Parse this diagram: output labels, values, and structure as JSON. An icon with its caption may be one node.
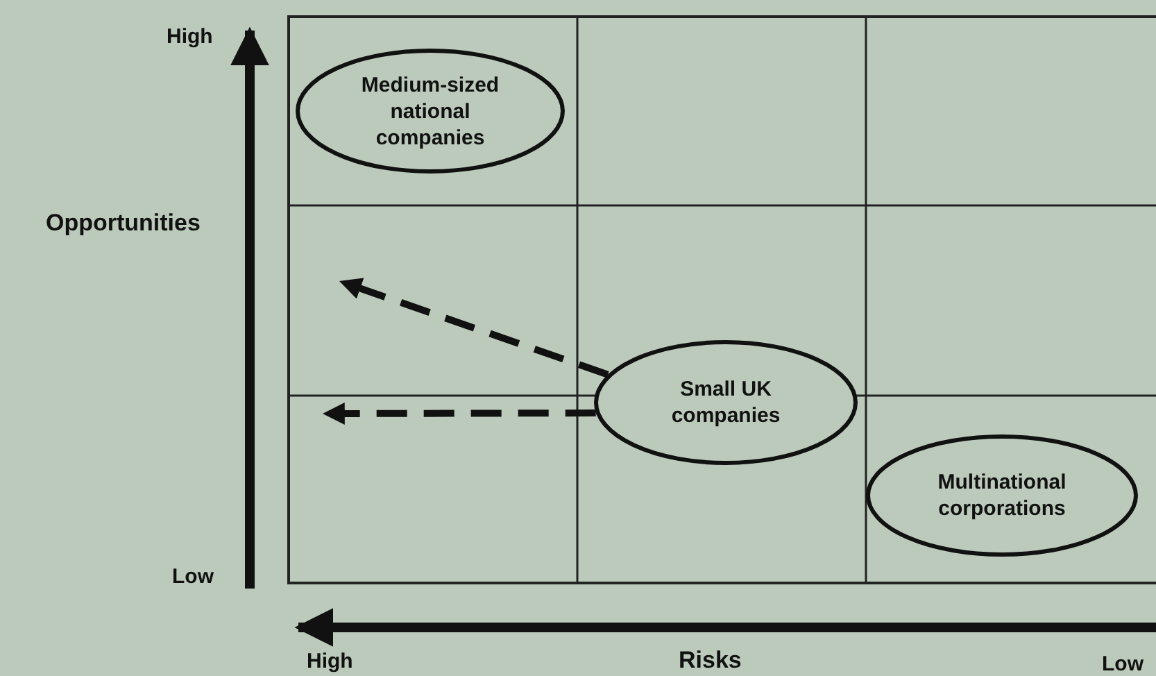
{
  "diagram": {
    "nodes": [
      {
        "text": [
          "Medium-sized national companies"
        ]
      },
      {
        "text": [
          "Small UK companies"
        ]
      },
      {
        "text": [
          "Multinational corporations"
        ]
      }
    ],
    "edges": [
      {
        "from": 1,
        "to": null,
        "arrow": "to",
        "style": "dashed"
      },
      {
        "from": 1,
        "to": null,
        "arrow": "to",
        "style": "dashed"
      }
    ],
    "labels": [
      "High",
      "Opportunities",
      "Low",
      "High",
      "Risks",
      "Low"
    ]
  }
}
